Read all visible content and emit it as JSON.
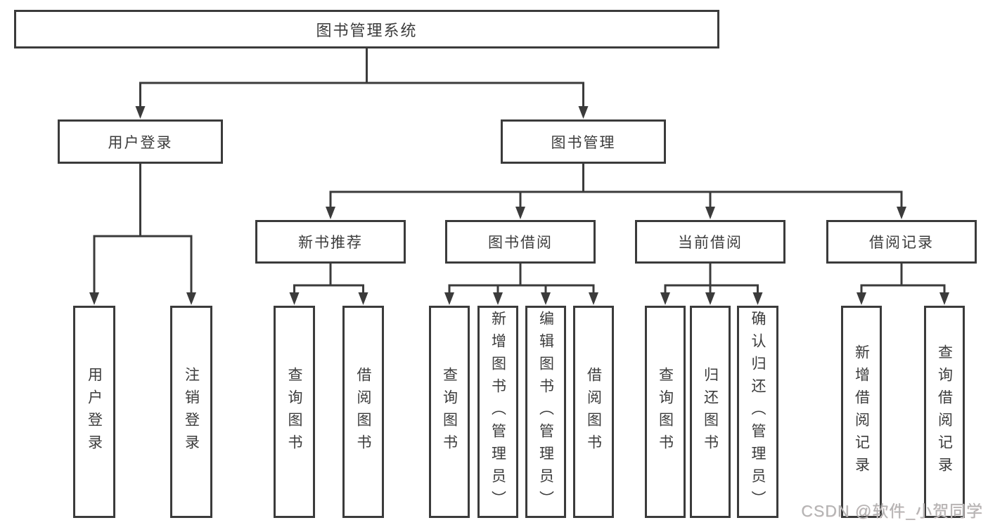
{
  "colors": {
    "line": "#3b3b3b",
    "box_border": "#3b3b3b",
    "text": "#3c3c3c",
    "watermark": "#b4b4b4",
    "background": "#ffffff"
  },
  "diagram": {
    "root": {
      "label": "图书管理系统"
    },
    "login": {
      "label": "用户登录",
      "children": [
        "用户登录",
        "注销登录"
      ]
    },
    "mgmt": {
      "label": "图书管理",
      "sections": [
        {
          "label": "新书推荐",
          "children": [
            "查询图书",
            "借阅图书"
          ]
        },
        {
          "label": "图书借阅",
          "children": [
            "查询图书",
            "新增图书（管理员）",
            "编辑图书（管理员）",
            "借阅图书"
          ]
        },
        {
          "label": "当前借阅",
          "children": [
            "查询图书",
            "归还图书",
            "确认归还（管理员）"
          ]
        },
        {
          "label": "借阅记录",
          "children": [
            "新增借阅记录",
            "查询借阅记录"
          ]
        }
      ]
    }
  },
  "watermark": {
    "text": "CSDN @软件_小贺同学"
  }
}
